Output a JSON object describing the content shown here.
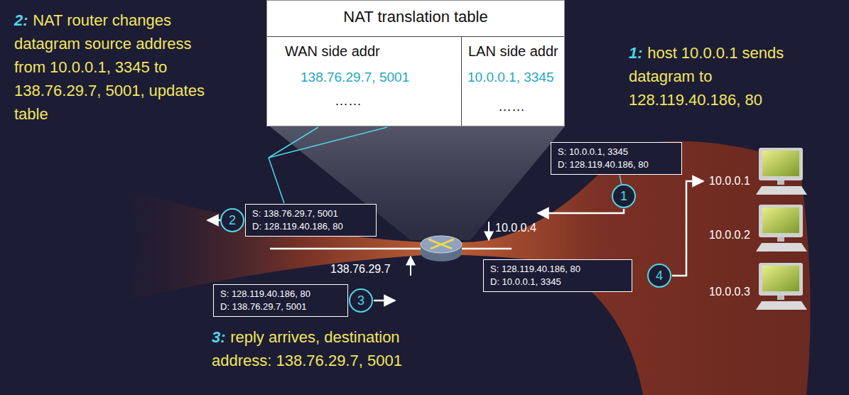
{
  "diagram": {
    "nodes": [
      {
        "text": [
          "NAT translation table",
          "WAN side addr",
          "LAN side addr",
          "138.76.29.7, 5001",
          "10.0.0.1, 3345",
          "……",
          "……"
        ]
      },
      {
        "text": [
          "S: 10.0.0.1, 3345",
          "D: 128.119.40.186, 80"
        ]
      },
      {
        "text": [
          "1"
        ]
      },
      {
        "text": [
          "S: 138.76.29.7, 5001",
          "D: 128.119.40.186, 80"
        ]
      },
      {
        "text": [
          "2"
        ]
      },
      {
        "text": [
          "S: 128.119.40.186, 80",
          "D: 10.0.0.1, 3345"
        ]
      },
      {
        "text": [
          "4"
        ]
      },
      {
        "text": [
          "S: 128.119.40.186, 80",
          "D: 138.76.29.7, 5001"
        ]
      },
      {
        "text": [
          "3"
        ]
      }
    ],
    "edges": [
      {
        "from": 1,
        "to": 2,
        "arrow": "none"
      }
    ],
    "labels": [
      "2:",
      "NAT router changes datagram source address from 10.0.0.1, 3345 to 138.76.29.7, 5001, updates table",
      "1:",
      "host 10.0.0.1 sends datagram to 128.119.40.186, 80",
      "3:",
      "reply arrives, destination address: 138.76.29.7, 5001",
      "10.0.0.4",
      "138.76.29.7",
      "10.0.0.1",
      "10.0.0.2",
      "10.0.0.3"
    ]
  }
}
